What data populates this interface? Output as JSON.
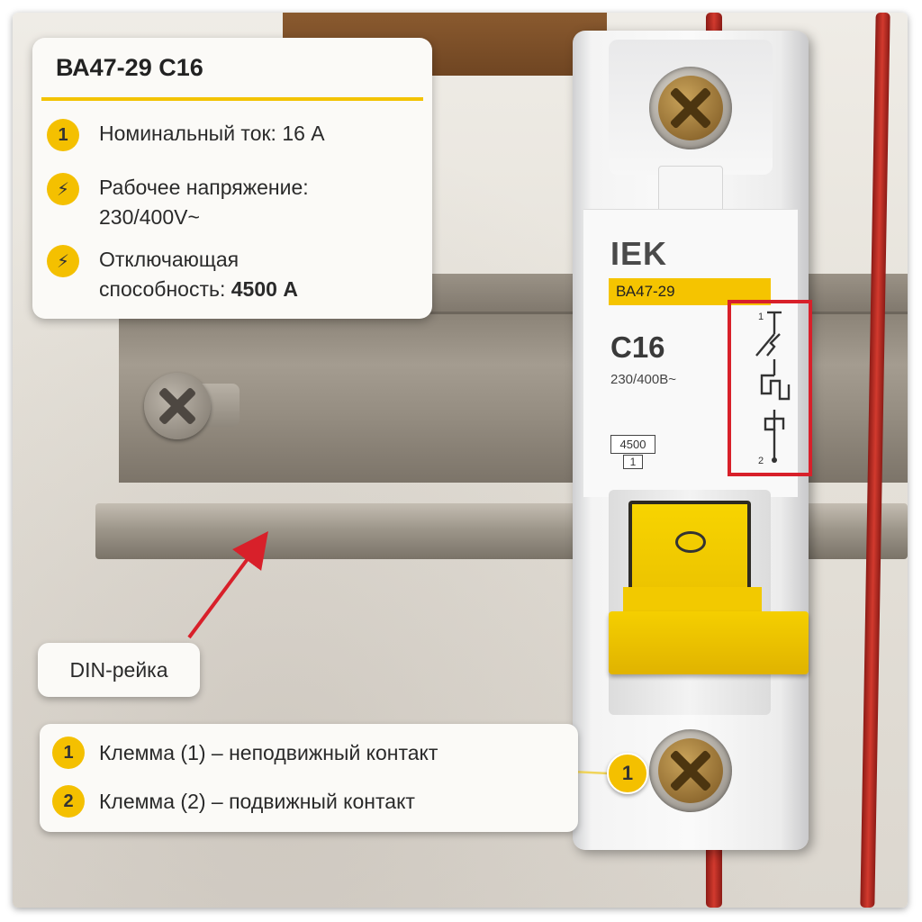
{
  "spec_card": {
    "title": "ВА47-29 С16",
    "rows": [
      {
        "marker": "1",
        "lines": [
          "Номинальный ток: 16 А"
        ]
      },
      {
        "marker": "⚡",
        "lines": [
          "Рабочее напряжение:",
          "230/400V~"
        ]
      },
      {
        "marker": "⚡",
        "lines": [
          "Отключающая",
          "способность: ",
          "4500 А"
        ]
      }
    ]
  },
  "din_label": "DIN-рейка",
  "terminals": [
    {
      "marker": "1",
      "text": "Клемма (1) – неподвижный контакт"
    },
    {
      "marker": "2",
      "text": "Клемма (2) – подвижный контакт"
    }
  ],
  "callout_marker": "1",
  "breaker": {
    "brand": "IEK",
    "model": "ВА47-29",
    "rating": "C16",
    "voltage": "230/400В~",
    "breaking_capacity": "4500",
    "capacity_class": "1",
    "diagram_top_label": "1",
    "diagram_bottom_label": "2",
    "lever_mark": "O"
  },
  "colors": {
    "accent_yellow": "#f4c000",
    "highlight_red": "#d8202a",
    "arrow_red": "#d8202a"
  },
  "icons": {
    "voltage_marker": "lightning-bolt-icon",
    "breaking_marker": "lightning-bolt-icon"
  }
}
